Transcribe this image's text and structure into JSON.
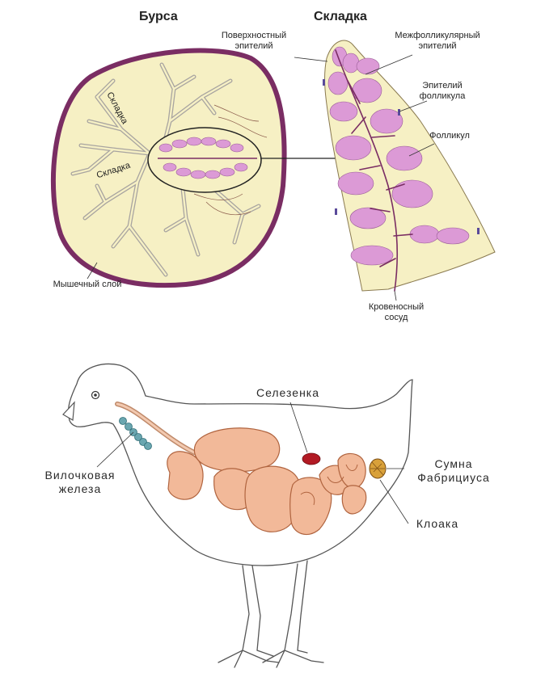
{
  "top": {
    "title_bursa": "Бурса",
    "title_fold": "Складка",
    "label_fold_1": "Складка",
    "label_fold_2": "Складка",
    "surface_epithelium": [
      "Поверхностный",
      "эпителий"
    ],
    "interfollicular_epithelium": [
      "Межфолликулярный",
      "эпителий"
    ],
    "follicle_epithelium": [
      "Эпителий",
      "фолликула"
    ],
    "follicle": "Фолликул",
    "muscle_layer": "Мышечный слой",
    "blood_vessel": [
      "Кровеносный",
      "сосуд"
    ]
  },
  "bottom": {
    "spleen": "Селезенка",
    "bursa_fabricius": [
      "Сумна",
      "Фабрициуса"
    ],
    "thymus": [
      "Вилочковая",
      "железа"
    ],
    "cloaca": "Клоака"
  },
  "colors": {
    "cream": "#f6f0c4",
    "muscle": "#7a2d63",
    "follicle": "#dc9ad6",
    "organ": "#f2b999",
    "organ_stroke": "#b0643f",
    "spleen": "#b21a24",
    "thymus": "#6aa6b0"
  }
}
